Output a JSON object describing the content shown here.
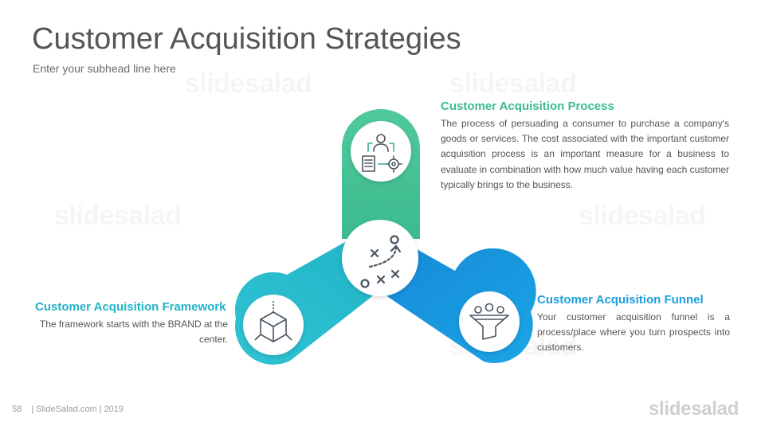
{
  "slide": {
    "title": "Customer Acquisition Strategies",
    "subhead": "Enter your subhead line here"
  },
  "watermark": {
    "text": "slidesalad"
  },
  "sections": {
    "process": {
      "title": "Customer Acquisition Process",
      "body": "The process of persuading a consumer to purchase a company's goods or services. The cost associated with the important customer acquisition process is an important measure for a business to evaluate in combination with how much value having each customer typically brings to the business.",
      "color": "#3dbb8f"
    },
    "framework": {
      "title": "Customer Acquisition Framework",
      "body": "The framework starts with the BRAND at the center.",
      "color": "#22b3c7"
    },
    "funnel": {
      "title": "Customer Acquisition Funnel",
      "body": "Your customer acquisition funnel is a process/place where you turn prospects into customers.",
      "color": "#1a9fe0"
    }
  },
  "icons": {
    "top": "customer-process-icon",
    "center": "strategy-play-icon",
    "left": "cube-icon",
    "right": "funnel-icon"
  },
  "colors": {
    "green_top": "#4fc99a",
    "green_bottom": "#3dbb8f",
    "teal_left": "#27bfcf",
    "blue_right": "#1aa6e6",
    "title_text": "#555555",
    "icon_stroke": "#4a5560"
  },
  "footer": {
    "page_number": "58",
    "credit": "| SlideSalad.com | 2019",
    "brand": "slidesalad"
  }
}
